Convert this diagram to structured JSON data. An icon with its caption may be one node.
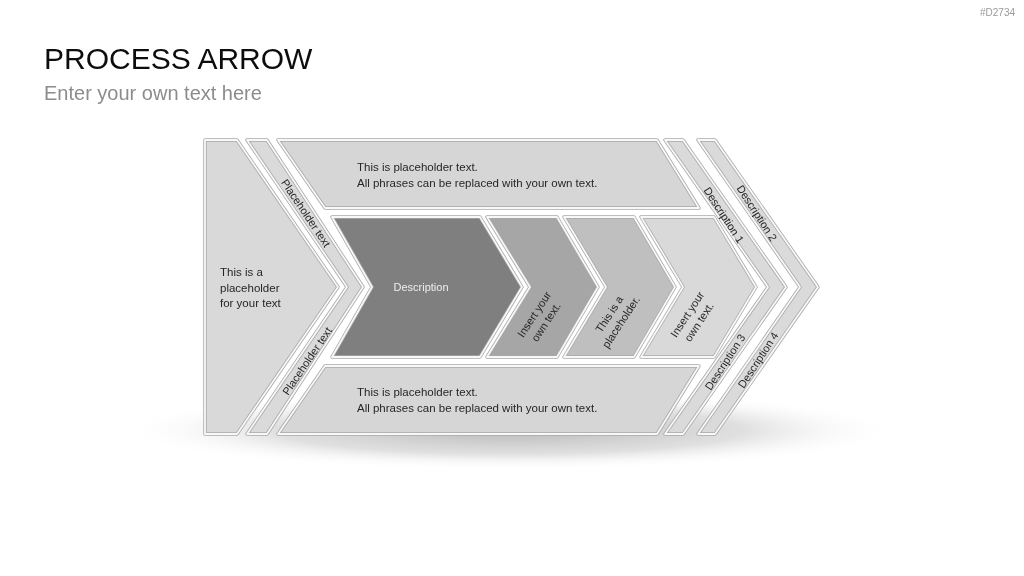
{
  "diagram": {
    "title": "PROCESS ARROW",
    "nodes": [
      {
        "text": [
          "This is a placeholder for your text"
        ]
      },
      {
        "text": [
          "Placeholder text",
          "Placeholder text"
        ]
      },
      {
        "text": [
          "This is placeholder text.",
          "All phrases can be replaced with your own text."
        ]
      },
      {
        "text": [
          "Description"
        ]
      },
      {
        "text": [
          "Insert your own text."
        ]
      },
      {
        "text": [
          "This is a placeholder."
        ]
      },
      {
        "text": [
          "Insert your own text."
        ]
      },
      {
        "text": [
          "This is placeholder text.",
          "All phrases can be replaced with your own text."
        ]
      },
      {
        "text": [
          "Description 1",
          "Description 3"
        ]
      },
      {
        "text": [
          "Description 2",
          "Description 4"
        ]
      }
    ],
    "labels": [
      "#D2734",
      "Enter your own text here"
    ]
  }
}
